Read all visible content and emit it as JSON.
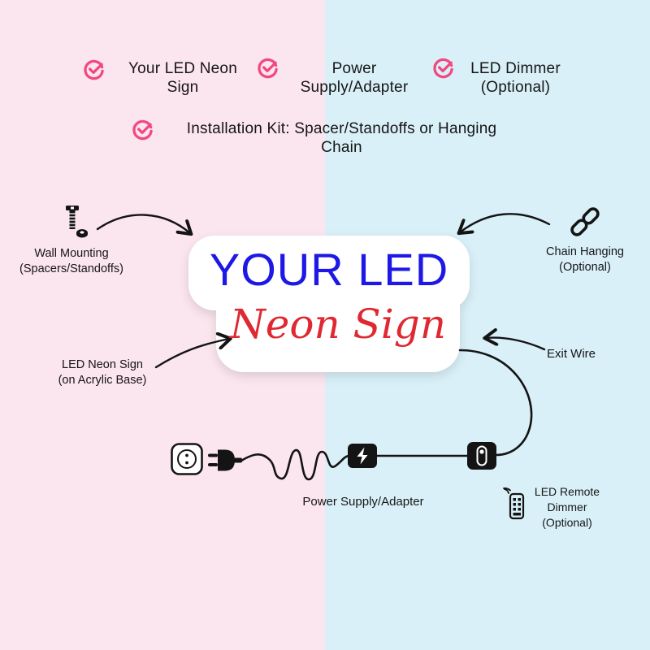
{
  "colors": {
    "bg_left": "#fbe5ee",
    "bg_right": "#d9f0f8",
    "accent_pink": "#f1487f",
    "sign_blue": "#1d18e6",
    "sign_red": "#e02833",
    "ink": "#141414"
  },
  "checklist": [
    {
      "label": "Your LED Neon\nSign"
    },
    {
      "label": "Power\nSupply/Adapter"
    },
    {
      "label": "LED Dimmer\n(Optional)"
    },
    {
      "label": "Installation Kit: Spacer/Standoffs or Hanging\nChain"
    }
  ],
  "sign": {
    "line1": "YOUR LED",
    "line2": "Neon Sign"
  },
  "callouts": {
    "wall_mounting": "Wall Mounting\n(Spacers/Standoffs)",
    "chain_hanging": "Chain Hanging\n(Optional)",
    "led_neon_sign": "LED Neon Sign\n(on Acrylic Base)",
    "exit_wire": "Exit Wire",
    "power_supply": "Power Supply/Adapter",
    "remote_dimmer": "LED Remote\nDimmer\n(Optional)"
  },
  "icons": {
    "check": "circled-checkmark",
    "screw": "wall-screw-and-nut",
    "chain": "chain-links",
    "socket": "wall-socket",
    "plug": "power-plug",
    "adapter": "power-adapter-lightning",
    "dimmer": "inline-dimmer-switch",
    "remote": "remote-control-with-signal"
  }
}
